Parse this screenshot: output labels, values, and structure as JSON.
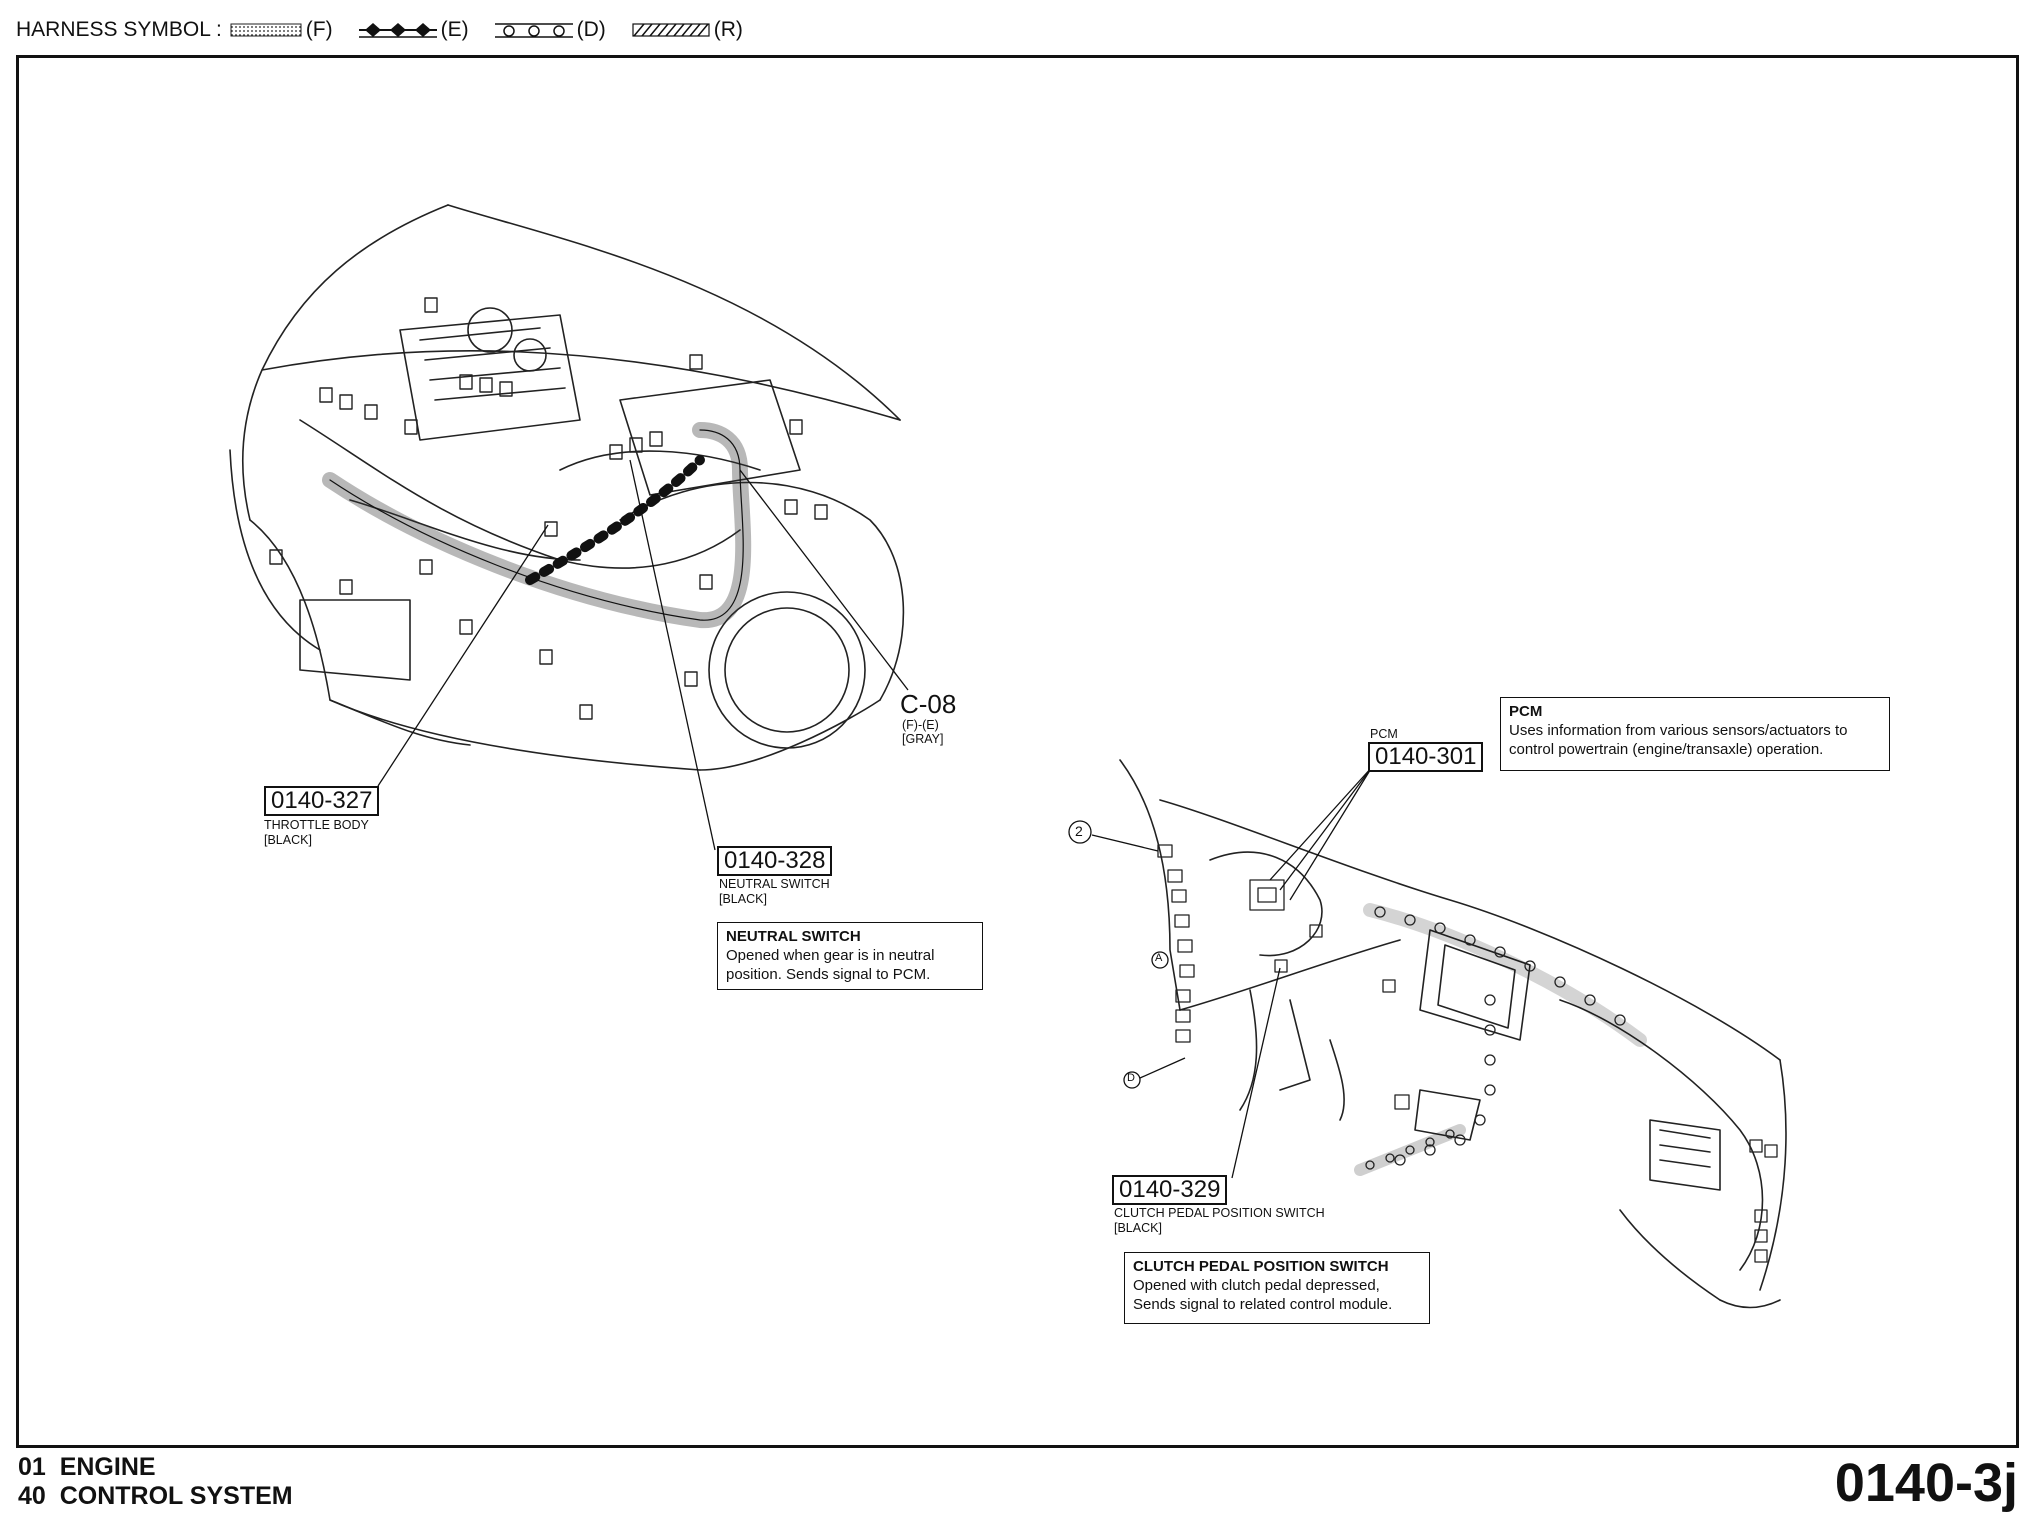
{
  "legend": {
    "prefix": "HARNESS SYMBOL :",
    "items": [
      {
        "code": "(F)",
        "icon": "dotted-band-icon"
      },
      {
        "code": "(E)",
        "icon": "diamond-band-icon"
      },
      {
        "code": "(D)",
        "icon": "circle-band-icon"
      },
      {
        "code": "(R)",
        "icon": "hatched-band-icon"
      }
    ]
  },
  "connectors": {
    "c327": {
      "code": "0140-327",
      "name": "THROTTLE BODY",
      "color": "[BLACK]"
    },
    "c328": {
      "code": "0140-328",
      "name": "NEUTRAL SWITCH",
      "color": "[BLACK]"
    },
    "c301": {
      "code": "0140-301",
      "name": "PCM"
    },
    "c329": {
      "code": "0140-329",
      "name": "CLUTCH PEDAL POSITION SWITCH",
      "color": "[BLACK]"
    },
    "c08": {
      "code": "C-08",
      "harness": "(F)-(E)",
      "color": "[GRAY]"
    }
  },
  "descriptions": {
    "neutral": {
      "title": "NEUTRAL SWITCH",
      "text": "Opened when gear is in neutral position. Sends signal to PCM."
    },
    "pcm": {
      "title": "PCM",
      "text": "Uses information from various sensors/actuators to control powertrain (engine/transaxle) operation."
    },
    "clutch": {
      "title": "CLUTCH PEDAL POSITION SWITCH",
      "text": "Opened with clutch pedal depressed, Sends signal to related control module."
    }
  },
  "callouts": {
    "two": "2",
    "a": "A",
    "d": "D"
  },
  "footer": {
    "line1": "01  ENGINE",
    "line2": "40  CONTROL SYSTEM",
    "page": "0140-3j"
  }
}
